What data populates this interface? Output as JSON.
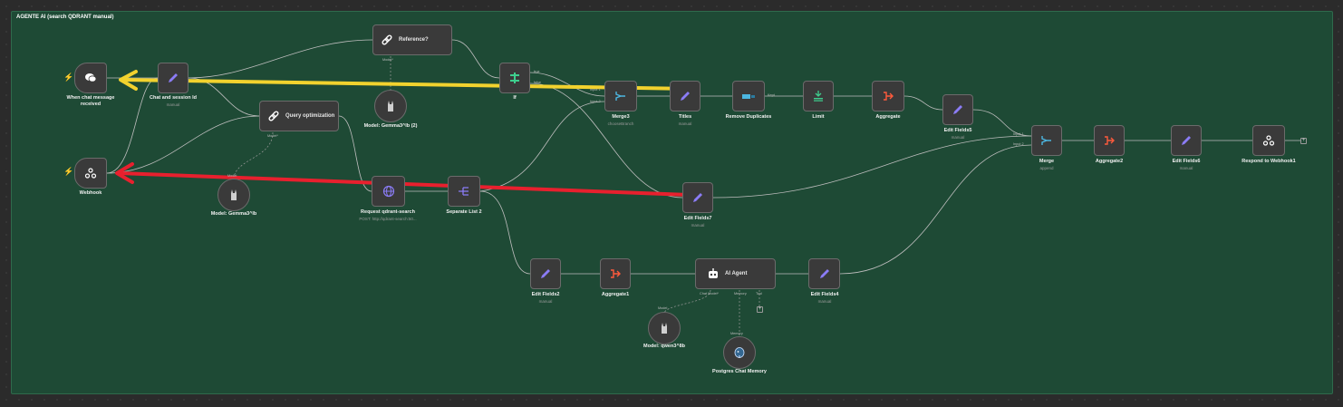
{
  "sticky": {
    "title": "AGENTE AI (search QDRANT manual)"
  },
  "nodes": {
    "chat_trigger": {
      "label": "When chat message received"
    },
    "chat_session": {
      "label": "Chat and session Id",
      "sub": "manual"
    },
    "reference": {
      "label": "Reference?"
    },
    "query_opt": {
      "label": "Query optimization"
    },
    "model_gemma_2": {
      "label": "Model: Gemma3^lb (2)"
    },
    "if": {
      "label": "If",
      "port_true": "true",
      "port_false": "false"
    },
    "merge3": {
      "label": "Merge3",
      "sub": "chooseBranch",
      "port1": "Input 1",
      "port2": "Input 2"
    },
    "titles": {
      "label": "Titles",
      "sub": "manual"
    },
    "remove_dup": {
      "label": "Remove Duplicates",
      "port": "Kept"
    },
    "limit": {
      "label": "Limit"
    },
    "aggregate": {
      "label": "Aggregate"
    },
    "edit_fields5": {
      "label": "Edit Fields5",
      "sub": "manual"
    },
    "merge": {
      "label": "Merge",
      "sub": "append",
      "port1": "Input 1",
      "port2": "Input 2"
    },
    "aggregate2": {
      "label": "Aggregate2"
    },
    "edit_fields6": {
      "label": "Edit Fields6",
      "sub": "manual"
    },
    "respond": {
      "label": "Respond to Webhook1"
    },
    "webhook": {
      "label": "Webhook"
    },
    "model_gemma": {
      "label": "Model: Gemma3^lb"
    },
    "request_qdrant": {
      "label": "Request qdrant-search",
      "sub": "POST: http://qdrant-search:50..."
    },
    "separate_list": {
      "label": "Separate List 2"
    },
    "edit_fields7": {
      "label": "Edit Fields7",
      "sub": "manual"
    },
    "edit_fields2": {
      "label": "Edit Fields2",
      "sub": "manual"
    },
    "aggregate1": {
      "label": "Aggregate1"
    },
    "ai_agent": {
      "label": "AI Agent",
      "port_chat": "Chat Model*",
      "port_memory": "Memory",
      "port_tool": "Tool"
    },
    "edit_fields4": {
      "label": "Edit Fields4",
      "sub": "manual"
    },
    "model_qwen": {
      "label": "Model: qwen3^8b"
    },
    "postgres": {
      "label": "Postgres Chat Memory"
    }
  },
  "ports": {
    "model": "Model",
    "model_req": "Model*",
    "memory": "Memory"
  },
  "icons": {
    "trigger": "chat-bubbles-icon",
    "webhook": "webhook-icon",
    "edit": "pencil-icon",
    "link": "link-icon",
    "if": "if-split-icon",
    "merge": "merge-icon",
    "dedupe": "remove-duplicates-icon",
    "limit": "limit-icon",
    "aggregate": "aggregate-icon",
    "globe": "globe-icon",
    "split": "split-list-icon",
    "robot": "robot-icon",
    "llama": "llama-icon",
    "elephant": "postgres-icon"
  },
  "colors": {
    "canvas": "#2b2b2b",
    "sticky": "#1e4a35",
    "node": "#3a3a3a",
    "edit_icon": "#8b7cf6",
    "if_icon": "#3ecf8e",
    "merge_icon": "#4cb6e0",
    "aggregate_icon": "#ff5a3c",
    "annotation_yellow": "#f2d22e",
    "annotation_red": "#e8202e"
  }
}
